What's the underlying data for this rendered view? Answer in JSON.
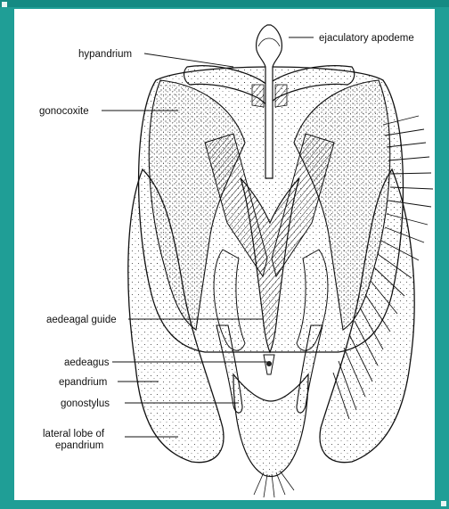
{
  "labels": {
    "ejaculatory_apodeme": "ejaculatory apodeme",
    "hypandrium": "hypandrium",
    "gonocoxite": "gonocoxite",
    "aedeagal_guide": "aedeagal guide",
    "aedeagus": "aedeagus",
    "epandrium": "epandrium",
    "gonostylus": "gonostylus",
    "lateral_lobe_line1": "lateral lobe of",
    "lateral_lobe_line2": "epandrium"
  },
  "colors": {
    "frame": "#1f9e96",
    "frame_dark": "#148a83",
    "paper": "#ffffff",
    "ink": "#111111"
  }
}
